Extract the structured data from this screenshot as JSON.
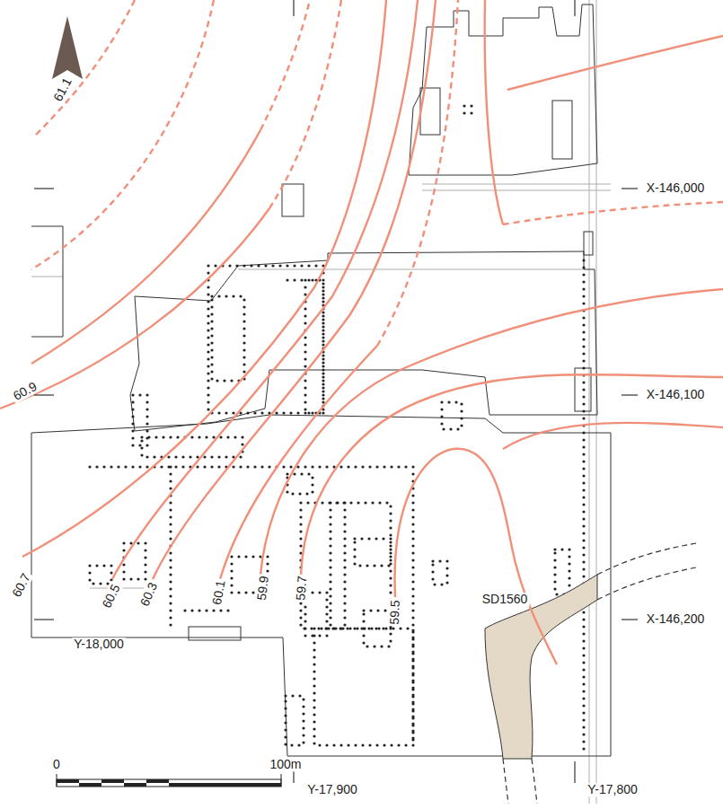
{
  "diagram": {
    "labels": [
      "X-146,000",
      "X-146,100",
      "X-146,200",
      "61.1",
      "60.9",
      "60.7",
      "60.5",
      "60.3",
      "60.1",
      "59.9",
      "59.7",
      "59.5",
      "Y-18,000",
      "Y-17,900",
      "Y-17,800",
      "SD1560",
      "0",
      "100m"
    ]
  }
}
